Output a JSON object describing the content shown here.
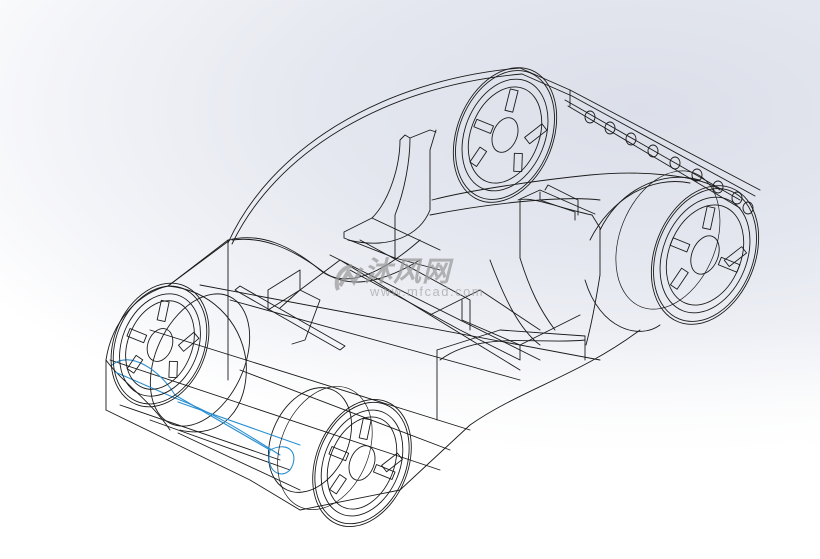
{
  "viewport": {
    "type": "cad-graphics-area",
    "display_mode": "wireframe",
    "background_colors": {
      "top_right": "#dcdfe9",
      "bottom_left": "#ffffff"
    },
    "line_color": "#1a1a1a",
    "selection_color": "#2a8fd0"
  },
  "model": {
    "description": "tracked vehicle chassis assembly",
    "wheels": [
      {
        "id": "rear-left",
        "icon": "wheel-hub-icon"
      },
      {
        "id": "rear-right",
        "icon": "wheel-hub-icon"
      },
      {
        "id": "front-left",
        "icon": "wheel-hub-icon"
      },
      {
        "id": "front-right",
        "icon": "wheel-hub-icon"
      }
    ],
    "spokes_per_wheel": 5,
    "track_holes": 9,
    "highlighted_edge": "track-belt-left"
  },
  "watermark": {
    "chinese": "沐风网",
    "url": "www.mfcad.com",
    "logo_icon": "mfcad-logo-icon"
  }
}
